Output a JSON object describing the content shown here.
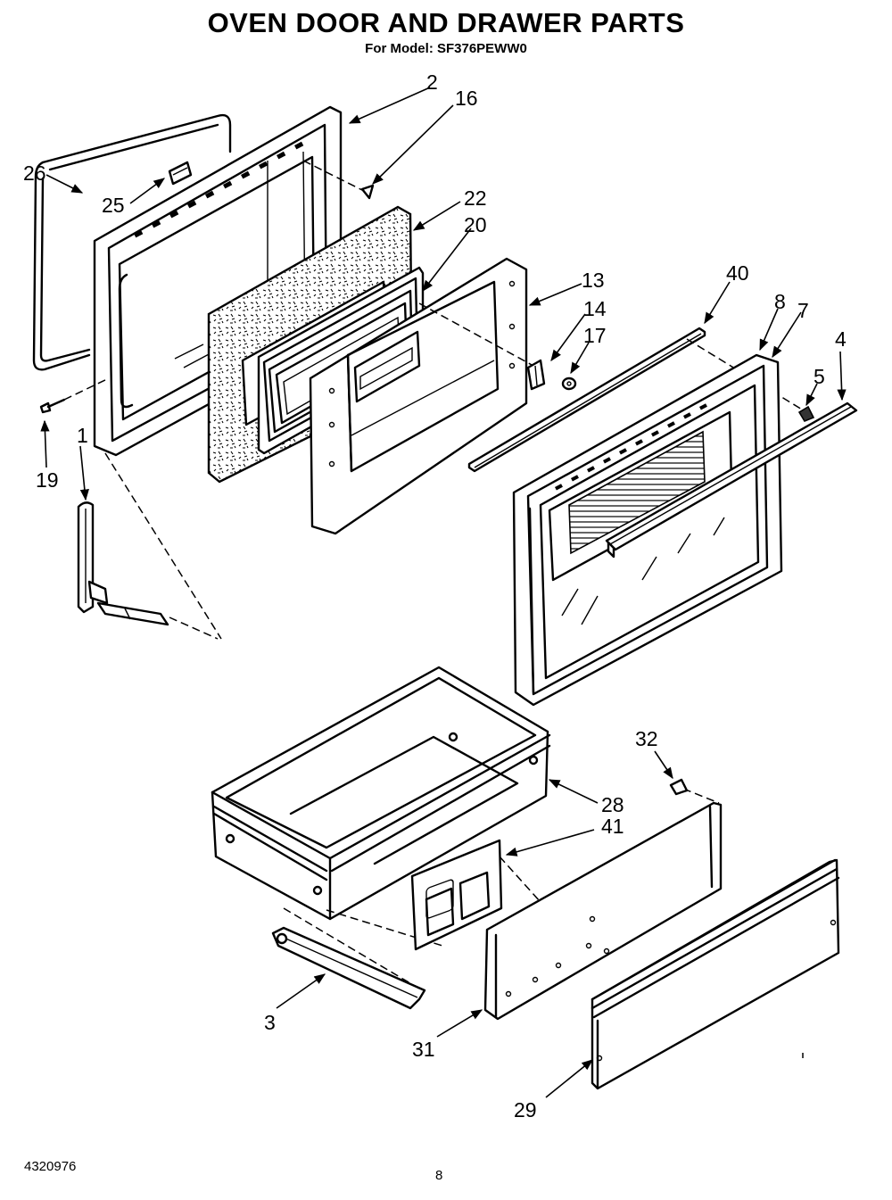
{
  "title": "OVEN DOOR AND DRAWER PARTS",
  "subtitle": "For Model: SF376PEWW0",
  "document_number": "4320976",
  "page_number": "8",
  "callouts": [
    {
      "id": "c2",
      "label": "2"
    },
    {
      "id": "c16",
      "label": "16"
    },
    {
      "id": "c26",
      "label": "26"
    },
    {
      "id": "c25",
      "label": "25"
    },
    {
      "id": "c22",
      "label": "22"
    },
    {
      "id": "c20",
      "label": "20"
    },
    {
      "id": "c13",
      "label": "13"
    },
    {
      "id": "c14",
      "label": "14"
    },
    {
      "id": "c17",
      "label": "17"
    },
    {
      "id": "c40",
      "label": "40"
    },
    {
      "id": "c8",
      "label": "8"
    },
    {
      "id": "c7",
      "label": "7"
    },
    {
      "id": "c4",
      "label": "4"
    },
    {
      "id": "c5",
      "label": "5"
    },
    {
      "id": "c19",
      "label": "19"
    },
    {
      "id": "c1",
      "label": "1"
    },
    {
      "id": "c32",
      "label": "32"
    },
    {
      "id": "c28",
      "label": "28"
    },
    {
      "id": "c41",
      "label": "41"
    },
    {
      "id": "c3",
      "label": "3"
    },
    {
      "id": "c31",
      "label": "31"
    },
    {
      "id": "c29",
      "label": "29"
    }
  ]
}
